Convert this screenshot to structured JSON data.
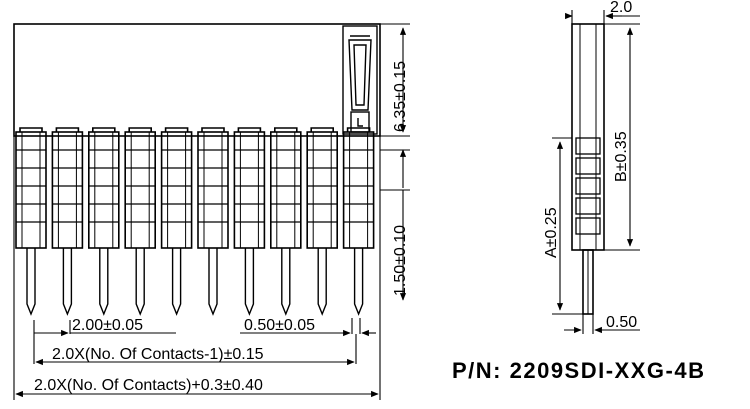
{
  "part_number": "P/N: 2209SDI-XXG-4B",
  "front_view": {
    "dim_height_top": "6.35±0.15",
    "dim_height_mid": "1.50±0.10",
    "dim_pitch": "2.00±0.05",
    "dim_pin": "0.50±0.05",
    "dim_row_length": "2.0X(No. Of Contacts-1)±0.15",
    "dim_total_length": "2.0X(No. Of Contacts)+0.3±0.40",
    "contact_count_shown": 10
  },
  "side_view": {
    "dim_width": "2.0",
    "dim_b": "B±0.35",
    "dim_a": "A±0.25",
    "dim_pin": "0.50"
  }
}
